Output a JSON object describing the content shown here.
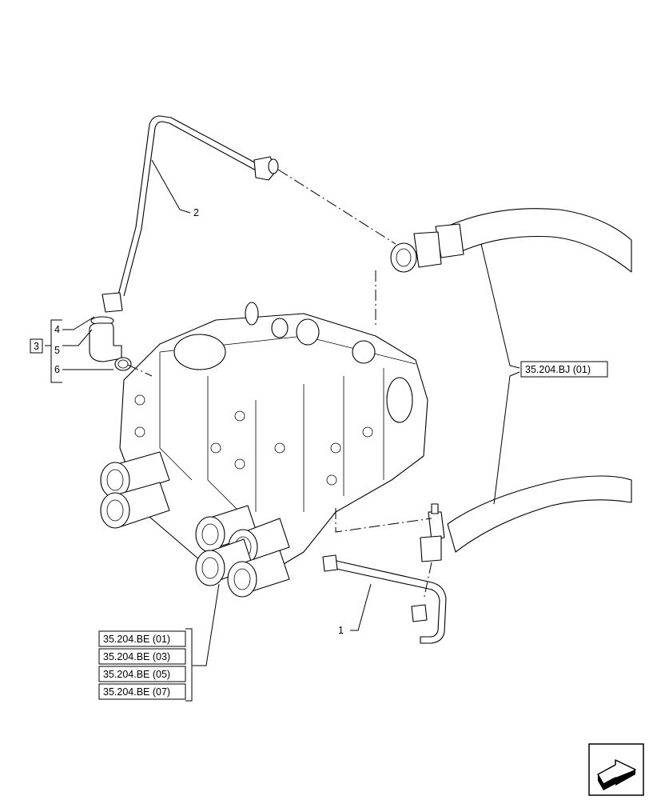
{
  "callouts": {
    "item_1": "1",
    "item_2": "2",
    "item_3": "3",
    "item_4": "4",
    "item_5": "5",
    "item_6": "6"
  },
  "references": {
    "hose_ref": "35.204.BJ (01)",
    "coupler_refs": [
      "35.204.BE (01)",
      "35.204.BE (03)",
      "35.204.BE (05)",
      "35.204.BE (07)"
    ]
  },
  "icons": {
    "nav_icon": "next-page-arrow-icon"
  }
}
